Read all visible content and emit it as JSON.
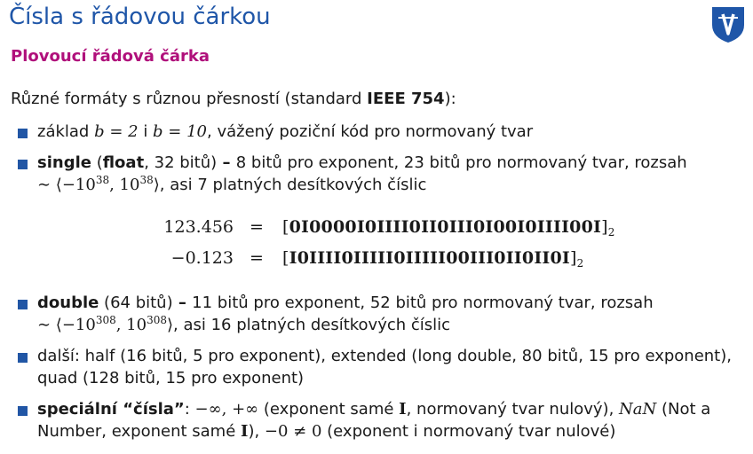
{
  "header": {
    "title": "Čísla s řádovou čárkou",
    "subtitle": "Plovoucí řádová čárka"
  },
  "intro": {
    "text": "Různé formáty s různou přesností (standard ",
    "standard": "IEEE 754",
    "end": "):"
  },
  "items": [
    {
      "prefix": "základ ",
      "b1": "b = 2",
      "mid": " i ",
      "b2": "b = 10",
      "suffix": ", vážený poziční kód pro normovaný tvar"
    },
    {
      "bold1": "single",
      "open": " (",
      "bold2": "float",
      "bits": ", 32 bitů)",
      "dash": " – ",
      "rest": "8 bitů pro exponent, 23 bitů pro normovaný tvar, rozsah",
      "range_sim": "∼ ⟨−10",
      "range_exp1": "38",
      "range_mid": ", 10",
      "range_exp2": "38",
      "range_close": "⟩",
      "range_text": ", asi 7 platných desítkových číslic"
    },
    {
      "bold1": "double",
      "bits": " (64 bitů)",
      "dash": " – ",
      "rest": "11 bitů pro exponent, 52 bitů pro normovaný tvar, rozsah",
      "range_sim": "∼ ⟨−10",
      "range_exp1": "308",
      "range_mid": ", 10",
      "range_exp2": "308",
      "range_close": "⟩",
      "range_text": ", asi 16 platných desítkových číslic"
    },
    {
      "line1": "další: half (16 bitů, 5 pro exponent), extended (long double, 80 bitů, 15 pro exponent),",
      "line2": "quad (128 bitů, 15 pro exponent)"
    },
    {
      "bold1": "speciální “čísla”",
      "t1": ": ",
      "m1": "−∞, +∞",
      "t2": " (exponent samé ",
      "m2": "I",
      "t3": ", normovaný tvar nulový), ",
      "m3": "NaN",
      "t4": " (Not a",
      "t5": "Number, exponent samé ",
      "m4": "I",
      "t6": "), ",
      "m5": "−0 ≠ 0",
      "t7": " (exponent i normovaný tvar nulové)"
    }
  ],
  "equations": [
    {
      "lhs": "123.456",
      "eq": "=",
      "open": "[",
      "bits": "0I0000I0IIII0II0III0I00I0IIII00I",
      "close": "]",
      "base": "2"
    },
    {
      "lhs": "−0.123",
      "eq": "=",
      "open": "[",
      "bits": "I0IIII0IIIII0IIIII00III0II0II0I",
      "close": "]",
      "base": "2"
    }
  ],
  "logo": {
    "icon": "university-shield-icon",
    "color": "#1f56a8"
  }
}
